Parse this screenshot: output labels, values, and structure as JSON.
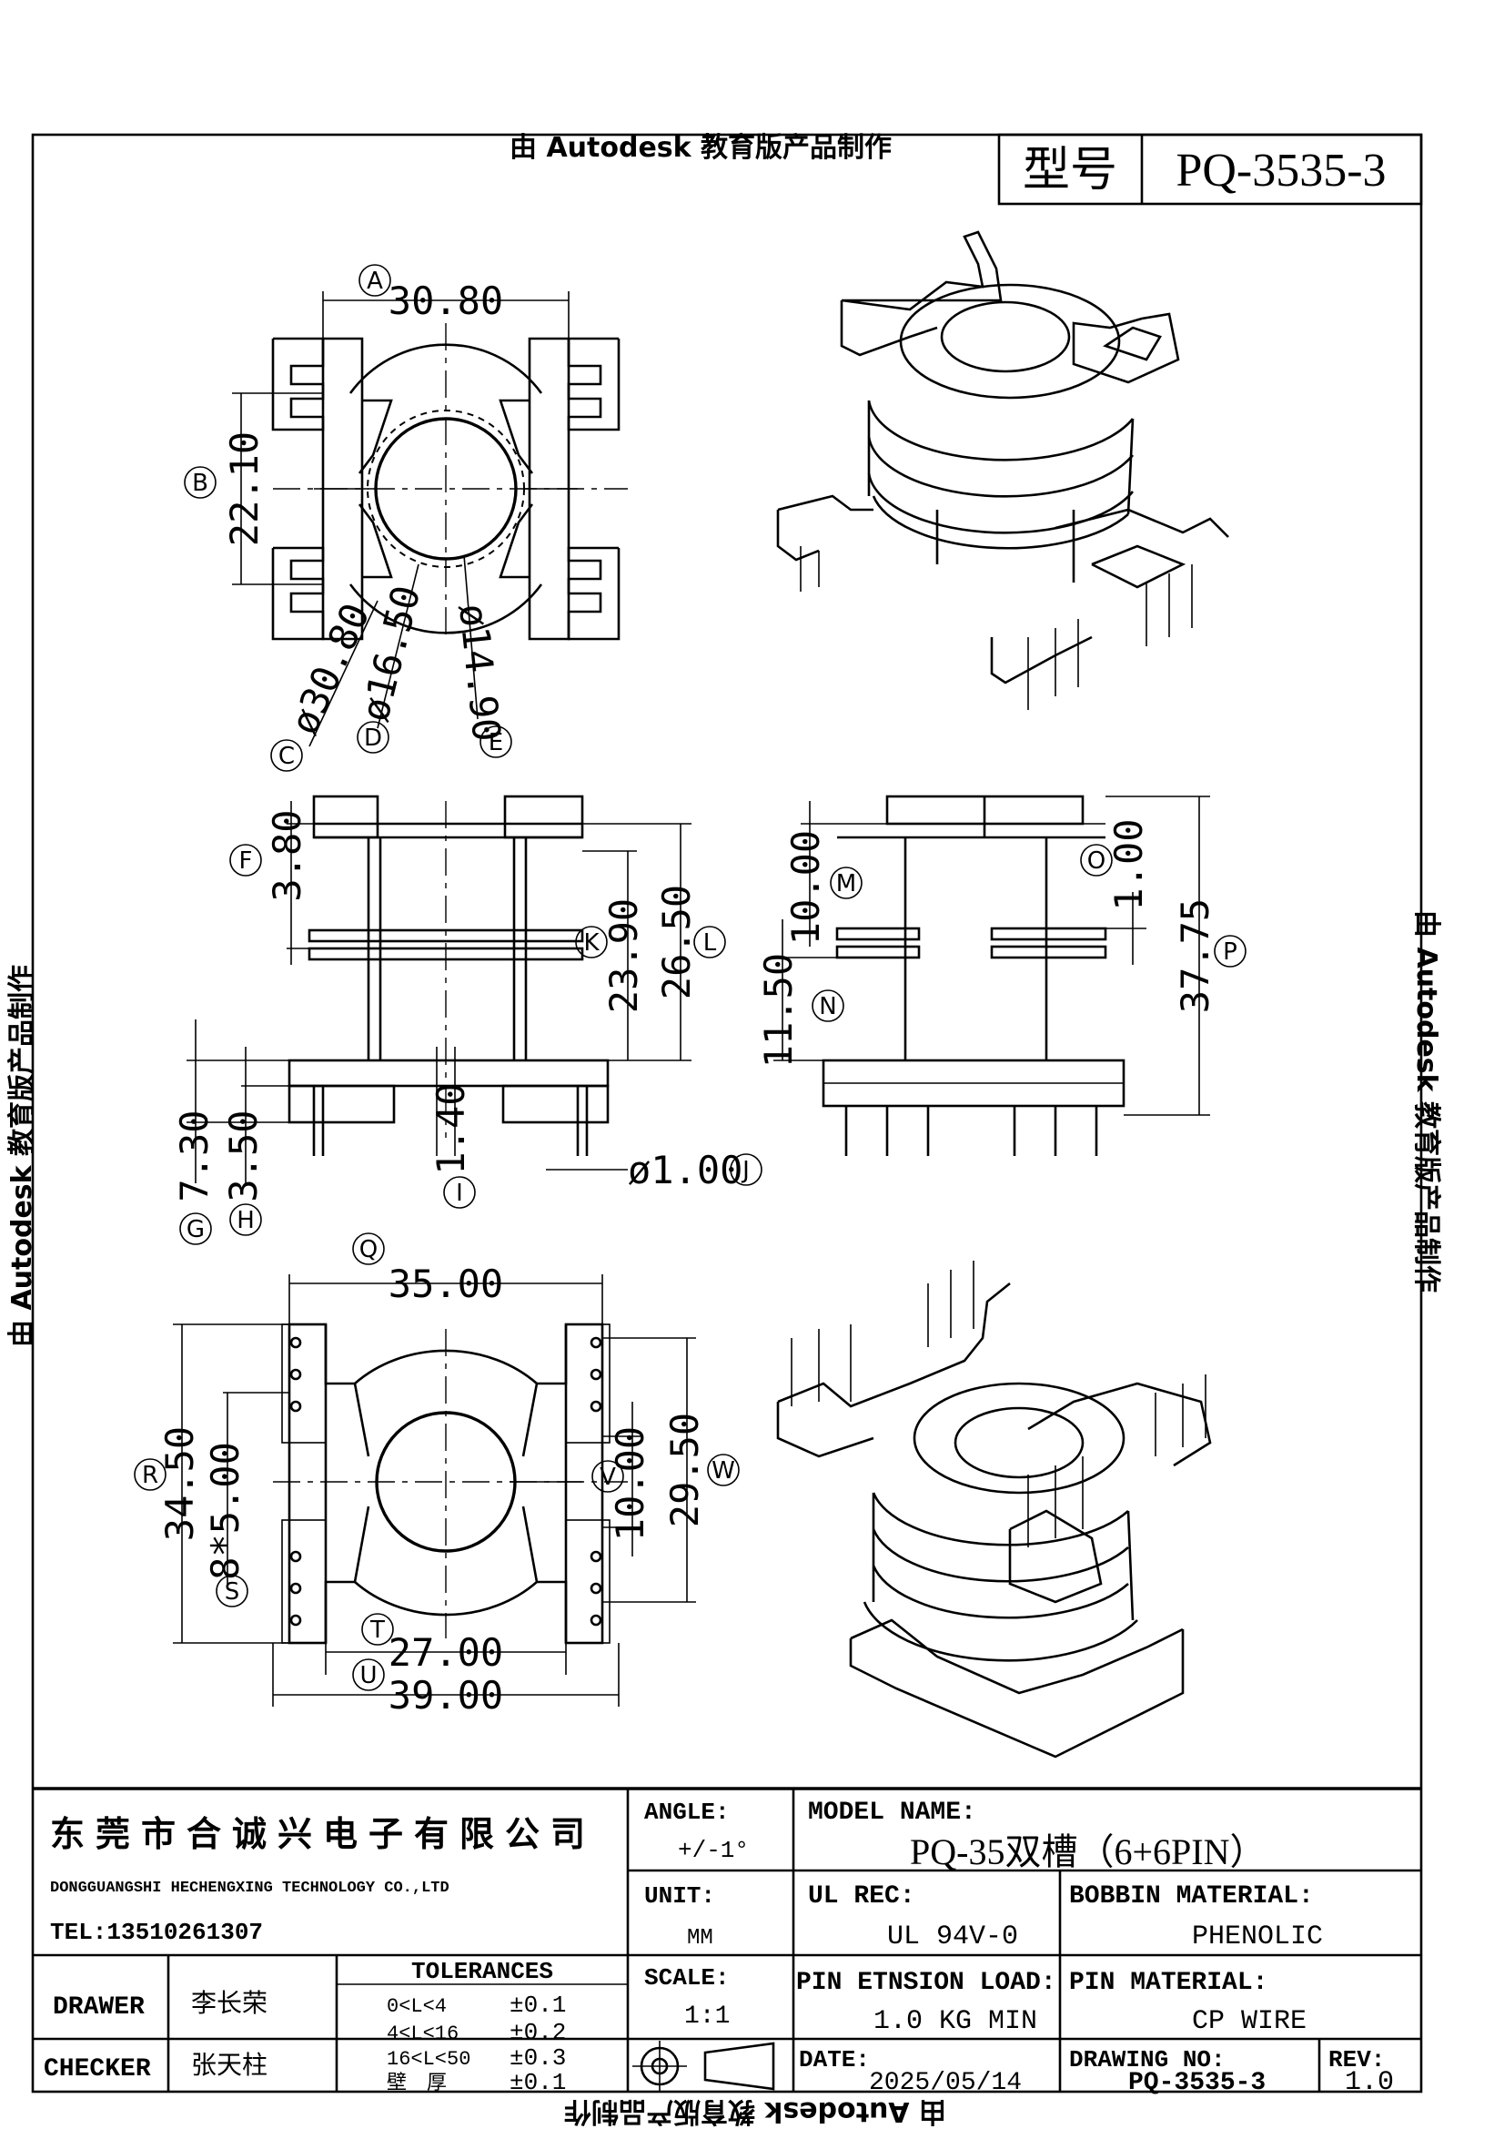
{
  "watermark": "由 Autodesk 教育版产品制作",
  "header": {
    "model_label": "型号",
    "model_value": "PQ-3535-3"
  },
  "dimensions": {
    "A": "30.80",
    "B": "22.10",
    "C": "ø30.80",
    "D": "ø16.50",
    "E": "ø14.90",
    "F": "3.80",
    "G": "7.30",
    "H": "3.50",
    "I": "1.40",
    "J": "ø1.00",
    "K": "23.90",
    "L": "26.50",
    "M": "10.00",
    "N": "11.50",
    "O": "1.00",
    "P": "37.75",
    "Q": "35.00",
    "R": "34.50",
    "S": "8*5.00",
    "T": "27.00",
    "U": "39.00",
    "V": "10.00",
    "W": "29.50"
  },
  "title_block": {
    "company_cn": "东莞市合诚兴电子有限公司",
    "company_en": "DONGGUANGSHI HECHENGXING TECHNOLOGY CO.,LTD",
    "tel": "TEL:13510261307",
    "angle_label": "ANGLE:",
    "angle_value": "+/-1°",
    "unit_label": "UNIT:",
    "unit_value": "MM",
    "scale_label": "SCALE:",
    "scale_value": "1:1",
    "model_name_label": "MODEL NAME:",
    "model_name_value": "PQ-35双槽（6+6PIN）",
    "ul_label": "UL REC:",
    "ul_value": "UL 94V-0",
    "bobbin_label": "BOBBIN MATERIAL:",
    "bobbin_value": "PHENOLIC",
    "pin_load_label": "PIN ETNSION LOAD:",
    "pin_load_value": "1.0 KG MIN",
    "pin_mat_label": "PIN MATERIAL:",
    "pin_mat_value": "CP WIRE",
    "drawer_label": "DRAWER",
    "drawer_value": "李长荣",
    "checker_label": "CHECKER",
    "checker_value": "张天柱",
    "tolerances_label": "TOLERANCES",
    "tolerances": [
      {
        "range": "0<L<4",
        "value": "±0.1"
      },
      {
        "range": "4<L<16",
        "value": "±0.2"
      },
      {
        "range": "16<L<50",
        "value": "±0.3"
      },
      {
        "range": "壁　厚",
        "value": "±0.1"
      }
    ],
    "date_label": "DATE:",
    "date_value": "2025/05/14",
    "drawing_no_label": "DRAWING NO:",
    "drawing_no_value": "PQ-3535-3",
    "rev_label": "REV:",
    "rev_value": "1.0"
  }
}
